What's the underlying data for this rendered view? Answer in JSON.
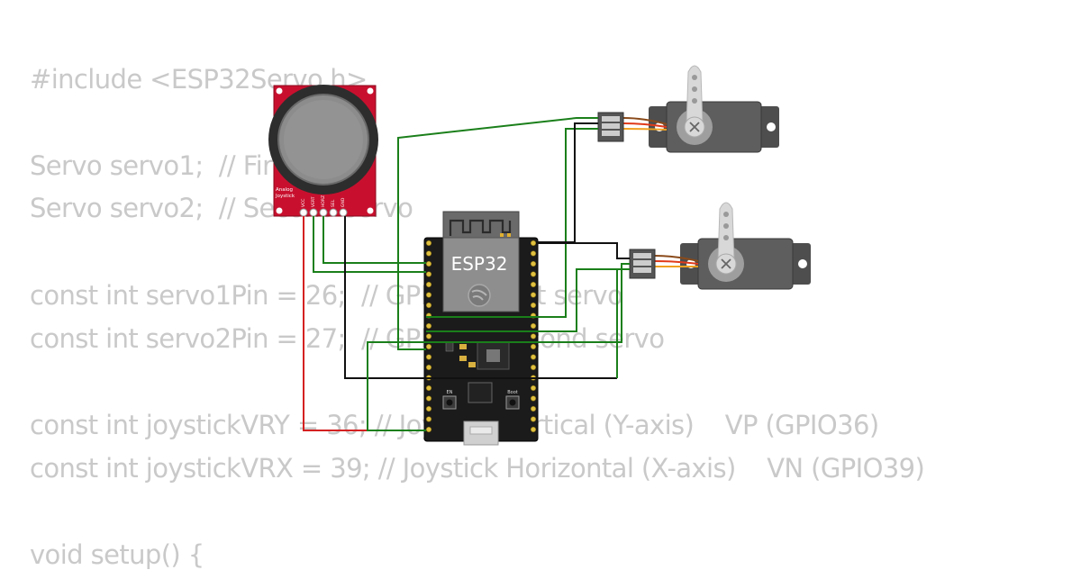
{
  "code": {
    "line_include": "#include <ESP32Servo.h>",
    "line_servo1": "Servo servo1;  // First servo",
    "line_servo2": "Servo servo2;  // Second servo",
    "line_pin1": "const int servo1Pin = 26;  // GPIO for first servo",
    "line_pin2": "const int servo2Pin = 27;  // GPIO for second servo",
    "line_vry": "const int joystickVRY = 36; // Joystick Vertical (Y-axis)    VP (GPIO36)",
    "line_vrx": "const int joystickVRX = 39; // Joystick Horizontal (X-axis)    VN (GPIO39)",
    "line_setup": "void setup() {"
  },
  "joystick": {
    "label_line1": "Analog",
    "label_line2": "Joystick",
    "pins": [
      "VCC",
      "VERT",
      "HORZ",
      "SEL",
      "GND"
    ]
  },
  "esp32": {
    "label": "ESP32",
    "btn_en": "EN",
    "btn_boot": "Boot"
  },
  "colors": {
    "wire_signal": "#1a7f1a",
    "wire_power": "#d42020",
    "wire_ground": "#111111",
    "joystick_board": "#c8102e",
    "servo_body": "#5a5a5a"
  }
}
